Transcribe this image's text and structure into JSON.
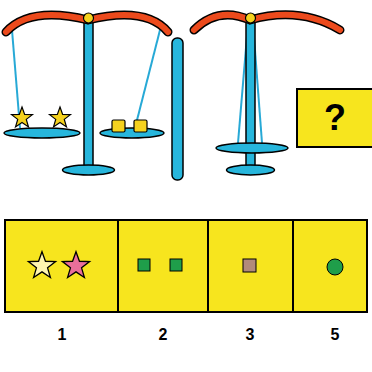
{
  "diagram": {
    "nodes": [
      {
        "text": [
          "?"
        ]
      }
    ],
    "labels": [
      "1",
      "2",
      "3",
      "5"
    ]
  }
}
